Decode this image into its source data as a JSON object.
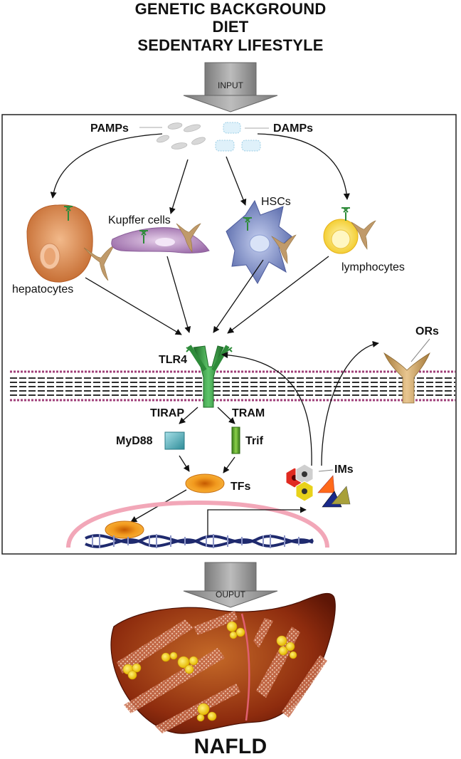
{
  "inputs": [
    "GENETIC BACKGROUND",
    "DIET",
    "SEDENTARY LIFESTYLE"
  ],
  "input_arrow_label": "INPUT",
  "output_arrow_label": "OUPUT",
  "signals": {
    "pamps": "PAMPs",
    "damps": "DAMPs"
  },
  "cells": {
    "hepatocytes": "hepatocytes",
    "kupffer": "Kupffer cells",
    "hscs": "HSCs",
    "lymphocytes": "lymphocytes"
  },
  "receptors": {
    "tlr4": "TLR4",
    "ors": "ORs"
  },
  "adaptors": {
    "tirap": "TIRAP",
    "tram": "TRAM",
    "myd88": "MyD88",
    "trif": "Trif"
  },
  "tfs": "TFs",
  "ims": "IMs",
  "outcome": "NAFLD",
  "colors": {
    "hepatocyte": "#d9874f",
    "kupffer": "#b68bc0",
    "hsc": "#7f8fc8",
    "lymphocyte": "#f7d940",
    "receptor_green": "#2e8b3a",
    "or_tan": "#c9a26a",
    "membrane_pink": "#a0407a",
    "liver": "#8a2a10",
    "tf_orange": "#ef9a1f",
    "fat_yellow": "#f2d21a"
  }
}
